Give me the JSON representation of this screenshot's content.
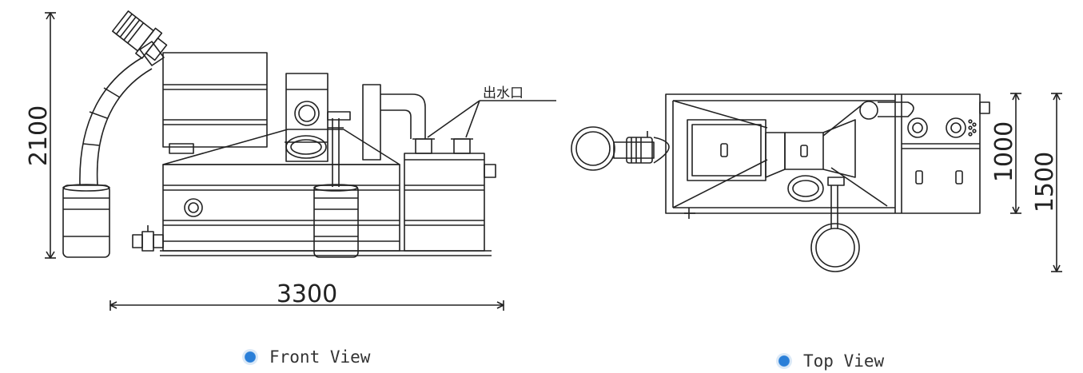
{
  "dimensions": {
    "front_height": "2100",
    "front_width": "3300",
    "top_inner_height": "1000",
    "top_total_height": "1500"
  },
  "labels": {
    "outlet": "出水口"
  },
  "captions": {
    "front_view": "Front View",
    "top_view": "Top View"
  },
  "colors": {
    "line": "#222222",
    "accent": "#2a7fd8"
  }
}
